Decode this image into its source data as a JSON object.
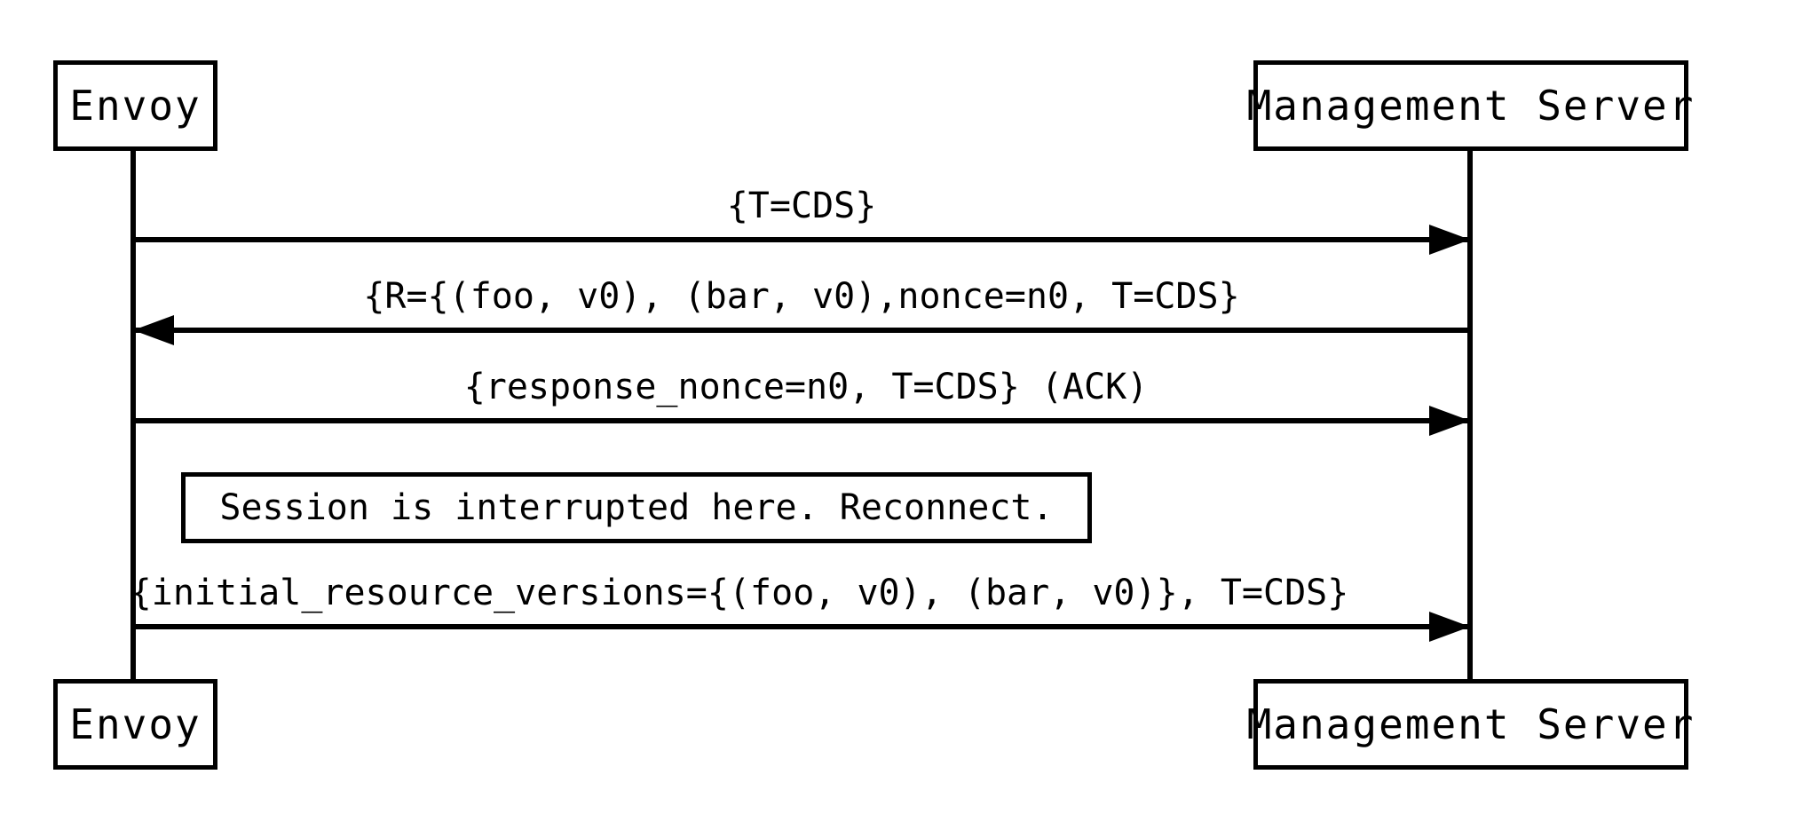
{
  "diagram": {
    "type": "sequence-diagram",
    "actors": {
      "client": "Envoy",
      "server": "Management Server"
    },
    "messages": [
      {
        "from": "Envoy",
        "to": "Management Server",
        "direction": "right",
        "label": "{T=CDS}"
      },
      {
        "from": "Management Server",
        "to": "Envoy",
        "direction": "left",
        "label": "{R={(foo, v0), (bar, v0),nonce=n0, T=CDS}"
      },
      {
        "from": "Envoy",
        "to": "Management Server",
        "direction": "right",
        "label": "{response_nonce=n0, T=CDS} (ACK)"
      },
      {
        "from": "Envoy",
        "to": "Management Server",
        "direction": "right",
        "label": "{initial_resource_versions={(foo, v0), (bar, v0)}, T=CDS}"
      }
    ],
    "note": {
      "text": "Session is interrupted here. Reconnect."
    },
    "colors": {
      "stroke": "#000000",
      "background": "#ffffff"
    }
  }
}
